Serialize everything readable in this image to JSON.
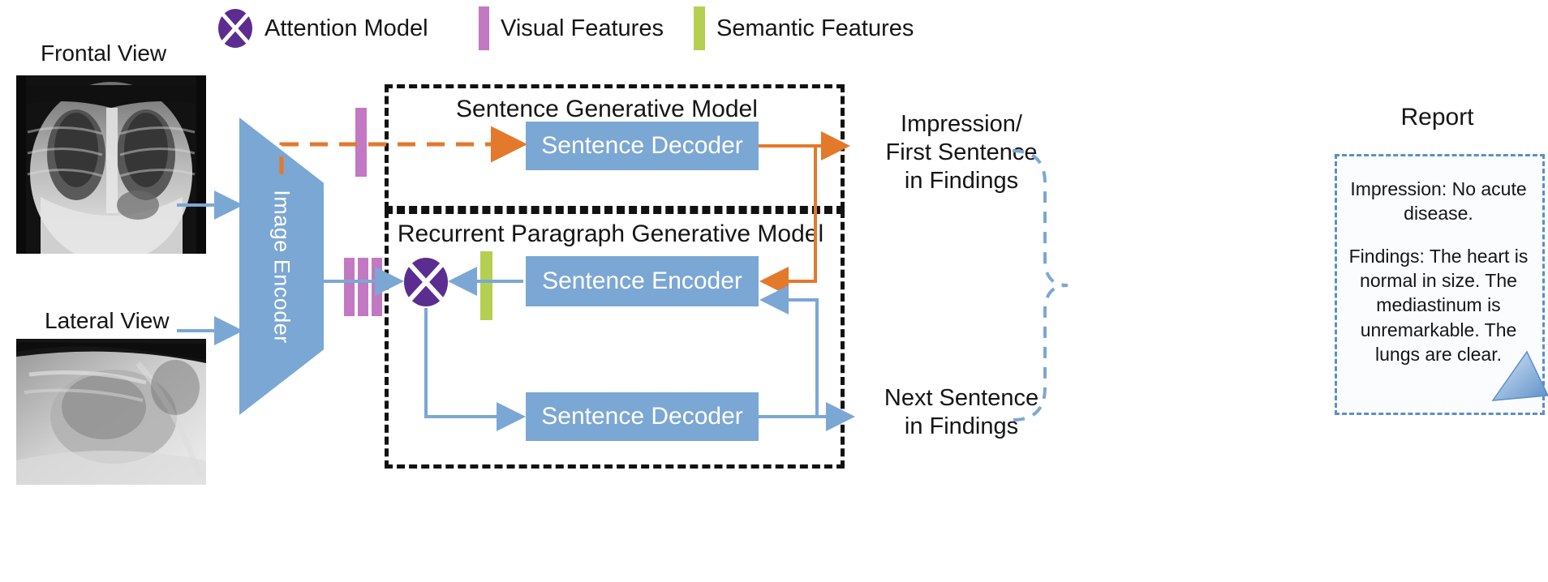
{
  "legend": {
    "items": [
      {
        "label": "Attention Model",
        "icon": "attention-node-icon",
        "color": "#5b2d90"
      },
      {
        "label": "Visual Features",
        "icon": "visual-feature-bar-icon",
        "color": "#c278c2"
      },
      {
        "label": "Semantic Features",
        "icon": "semantic-feature-bar-icon",
        "color": "#b5cf53"
      }
    ]
  },
  "inputs": {
    "frontal_label": "Frontal View",
    "lateral_label": "Lateral View",
    "frontal_alt": "chest-xray-frontal",
    "lateral_alt": "chest-xray-lateral"
  },
  "encoder": {
    "label": "Image Encoder"
  },
  "models": {
    "sentence_generative": {
      "title": "Sentence Generative Model",
      "decoder_label": "Sentence Decoder"
    },
    "recurrent_paragraph": {
      "title": "Recurrent Paragraph Generative Model",
      "encoder_label": "Sentence Encoder",
      "decoder_label": "Sentence Decoder"
    }
  },
  "outputs": {
    "impression": "Impression/\nFirst Sentence\nin Findings",
    "impression_line1": "Impression/",
    "impression_line2": "First Sentence",
    "impression_line3": "in Findings",
    "next_sentence_line1": "Next Sentence",
    "next_sentence_line2": "in Findings"
  },
  "report": {
    "title": "Report",
    "impression": "Impression: No acute disease.",
    "findings": "Findings: The heart is normal in size. The mediastinum is unremarkable. The lungs are clear."
  },
  "colors": {
    "block_blue": "#7ba7d4",
    "arrow_blue": "#7ba7d4",
    "arrow_orange": "#e3792b",
    "visual_purple": "#c278c2",
    "semantic_green": "#b5cf53",
    "attention_purple": "#5b2d90",
    "dash_black": "#111111",
    "report_border": "#5b8fc9"
  }
}
